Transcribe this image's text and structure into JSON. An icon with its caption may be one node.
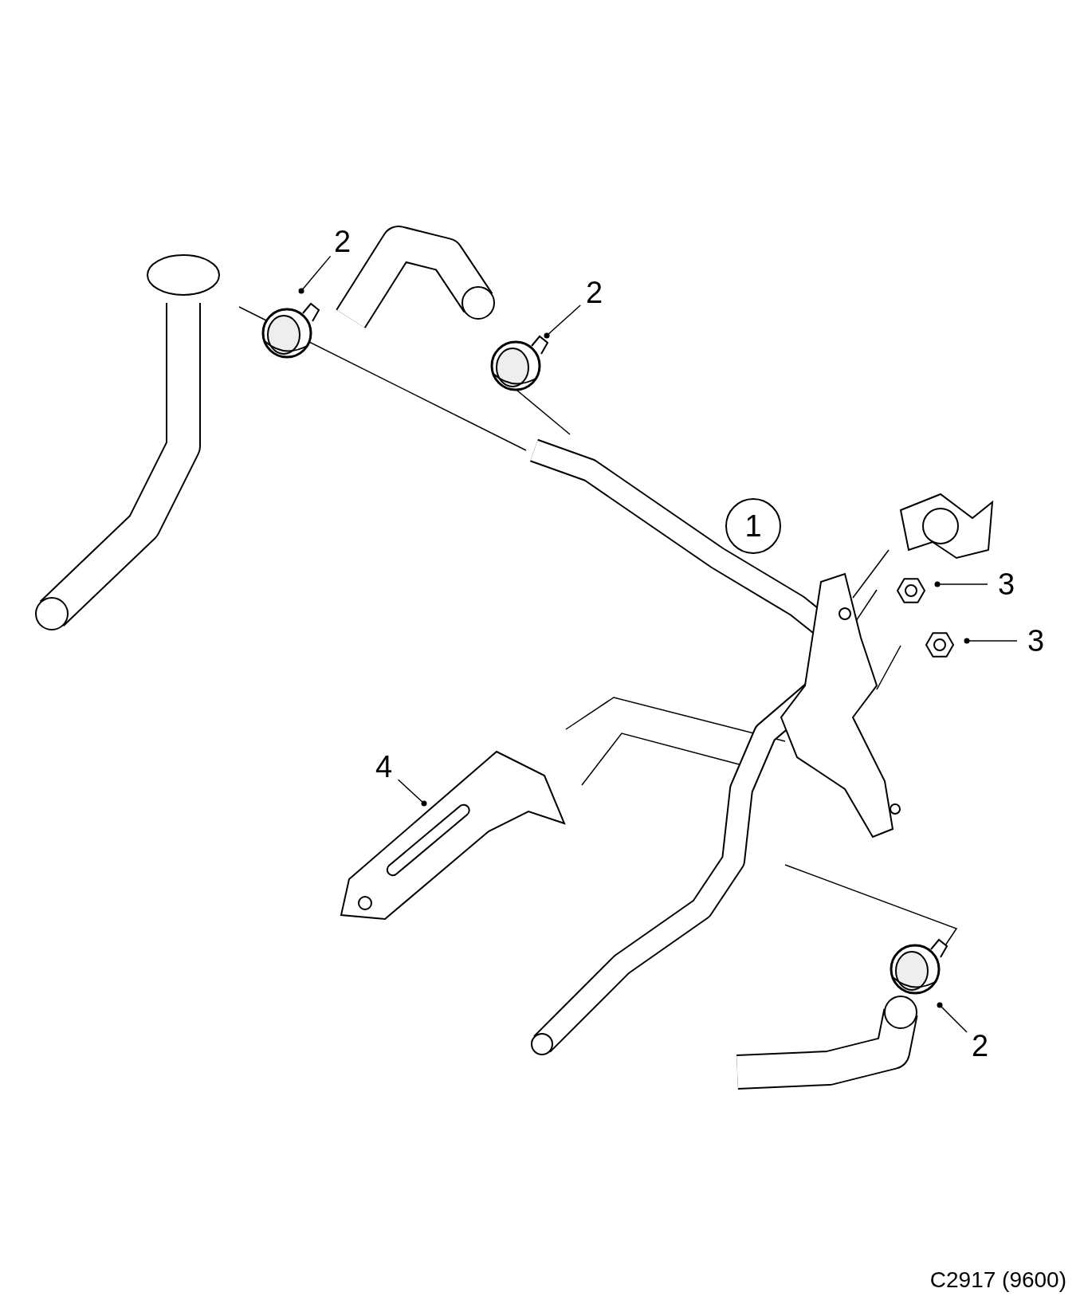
{
  "diagram": {
    "caption": "C2917 (9600)",
    "nodes": [
      {
        "text": [
          "1"
        ]
      },
      {
        "text": [
          "2"
        ]
      },
      {
        "text": [],
        "shape": "picture"
      },
      {
        "text": [
          "2"
        ]
      },
      {
        "text": [],
        "shape": "picture"
      },
      {
        "text": [
          "3"
        ]
      },
      {
        "text": [],
        "shape": "picture"
      },
      {
        "text": [
          "3"
        ]
      },
      {
        "text": [],
        "shape": "picture"
      },
      {
        "text": [
          "4"
        ]
      },
      {
        "text": [],
        "shape": "picture"
      },
      {
        "text": [
          "2"
        ]
      },
      {
        "text": [],
        "shape": "picture"
      }
    ],
    "edges": [
      {
        "from": 1,
        "to": 2,
        "arrow": "other"
      },
      {
        "from": 3,
        "to": 4,
        "arrow": "other"
      },
      {
        "from": 5,
        "to": 6,
        "arrow": "other"
      },
      {
        "from": 7,
        "to": 8,
        "arrow": "other"
      },
      {
        "from": 9,
        "to": 10,
        "arrow": "other"
      },
      {
        "from": 11,
        "to": 12,
        "arrow": "other"
      }
    ]
  }
}
